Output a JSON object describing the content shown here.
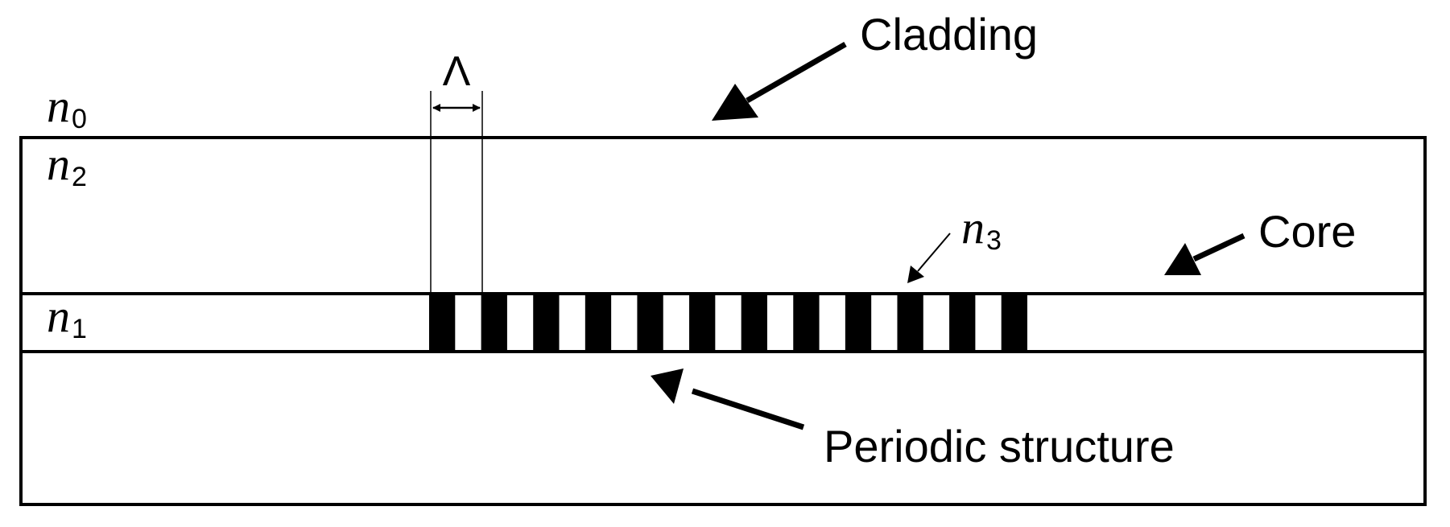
{
  "labels": {
    "cladding": "Cladding",
    "core": "Core",
    "periodic": "Periodic structure",
    "period": "Λ"
  },
  "indices": {
    "n0": {
      "base": "n",
      "sub": "0"
    },
    "n1": {
      "base": "n",
      "sub": "1"
    },
    "n2": {
      "base": "n",
      "sub": "2"
    },
    "n3": {
      "base": "n",
      "sub": "3"
    }
  },
  "grating": {
    "black_stripes": 12
  },
  "colors": {
    "line": "#000000",
    "fill": "#000000",
    "background": "#ffffff"
  }
}
